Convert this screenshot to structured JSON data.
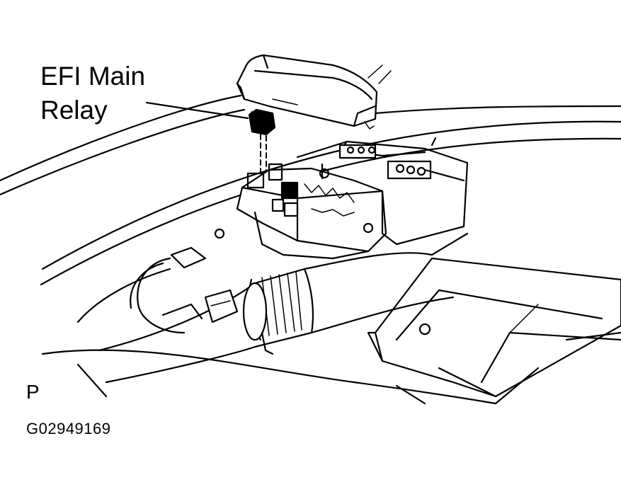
{
  "callout": {
    "line1": "EFI Main",
    "line2": "Relay"
  },
  "view_letter": "P",
  "figure_code": "G02949169",
  "colors": {
    "ink": "#000000",
    "paper": "#ffffff"
  }
}
